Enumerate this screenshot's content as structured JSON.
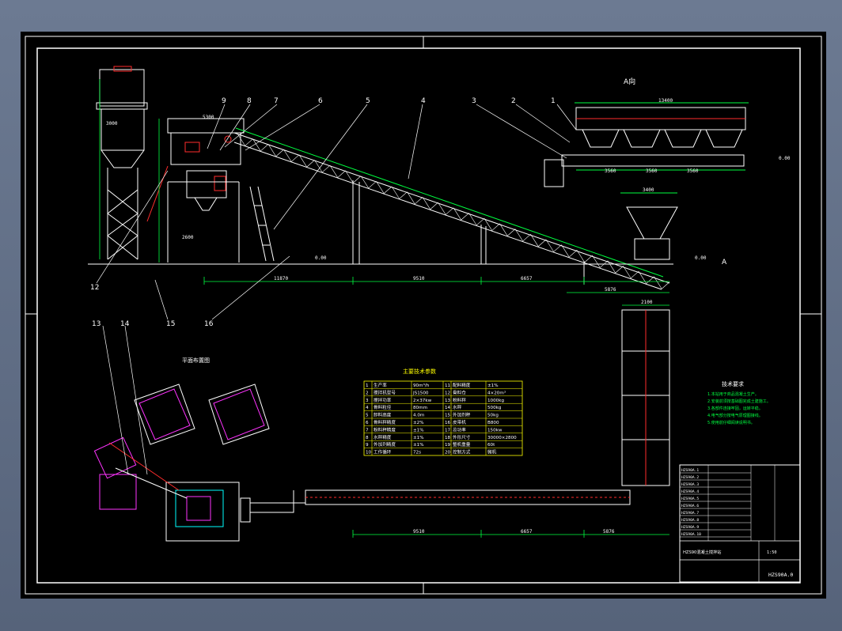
{
  "drawing": {
    "section_label": "A向",
    "section_mark": "A",
    "plan_title": "平面布置图",
    "table_title": "主要技术参数",
    "notes_title": "技术要求",
    "drawing_number": "HZS90A.0",
    "part_numbers": [
      "1",
      "2",
      "3",
      "4",
      "5",
      "6",
      "7",
      "8",
      "9",
      "12",
      "13",
      "14",
      "15",
      "16"
    ],
    "dims": {
      "d13400": "13400",
      "d3560a": "3560",
      "d3560b": "3560",
      "d3560c": "3560",
      "d11870": "11870",
      "d9510": "9510",
      "d6657": "6657",
      "d5876": "5876",
      "d9510b": "9510",
      "d6657b": "6657",
      "d5876b": "5876",
      "d2100": "2100",
      "d3400": "3400",
      "d5300": "5300",
      "d2600": "2600",
      "d3000": "3000",
      "d0_00a": "0.00",
      "d0_00b": "0.00",
      "d0_00c": "0.00"
    },
    "colors": {
      "line": "#ffffff",
      "dim": "#00ff40",
      "accent": "#ff2d2d",
      "magenta": "#ff33ff",
      "yellow": "#ffff00",
      "cyan": "#00ffff"
    }
  },
  "param_table": {
    "rows": [
      [
        "1",
        "生产率",
        "90m³/h",
        "11",
        "配料精度",
        "±1%"
      ],
      [
        "2",
        "搅拌机型号",
        "JS1500",
        "12",
        "骨料仓",
        "4×20m³"
      ],
      [
        "3",
        "搅拌功率",
        "2×37kw",
        "13",
        "粉料秤",
        "1000kg"
      ],
      [
        "4",
        "骨料粒径",
        "80mm",
        "14",
        "水秤",
        "500kg"
      ],
      [
        "5",
        "卸料高度",
        "4.0m",
        "15",
        "外加剂秤",
        "50kg"
      ],
      [
        "6",
        "骨料秤精度",
        "±2%",
        "16",
        "皮带机",
        "B800"
      ],
      [
        "7",
        "粉料秤精度",
        "±1%",
        "17",
        "总功率",
        "150kw"
      ],
      [
        "8",
        "水秤精度",
        "±1%",
        "18",
        "外形尺寸",
        "30000×2800"
      ],
      [
        "9",
        "外加剂精度",
        "±1%",
        "19",
        "整机重量",
        "60t"
      ],
      [
        "10",
        "工作循环",
        "72s",
        "20",
        "控制方式",
        "微机"
      ]
    ]
  },
  "notes": [
    "1.本站用于商品混凝土生产。",
    "2.安装前须按基础图完成土建施工。",
    "3.各部件连接牢固，运转平稳。",
    "4.电气部分按电气原理图接线。",
    "5.使用前仔细阅读说明书。"
  ],
  "title_block": {
    "rows": [
      "HZS90A.1",
      "HZS90A.2",
      "HZS90A.3",
      "HZS90A.4",
      "HZS90A.5",
      "HZS90A.6",
      "HZS90A.7",
      "HZS90A.8",
      "HZS90A.9",
      "HZS90A.10"
    ],
    "name": "HZS90混凝土搅拌站",
    "scale": "1:50",
    "drawing_no": "HZS90A.0"
  }
}
